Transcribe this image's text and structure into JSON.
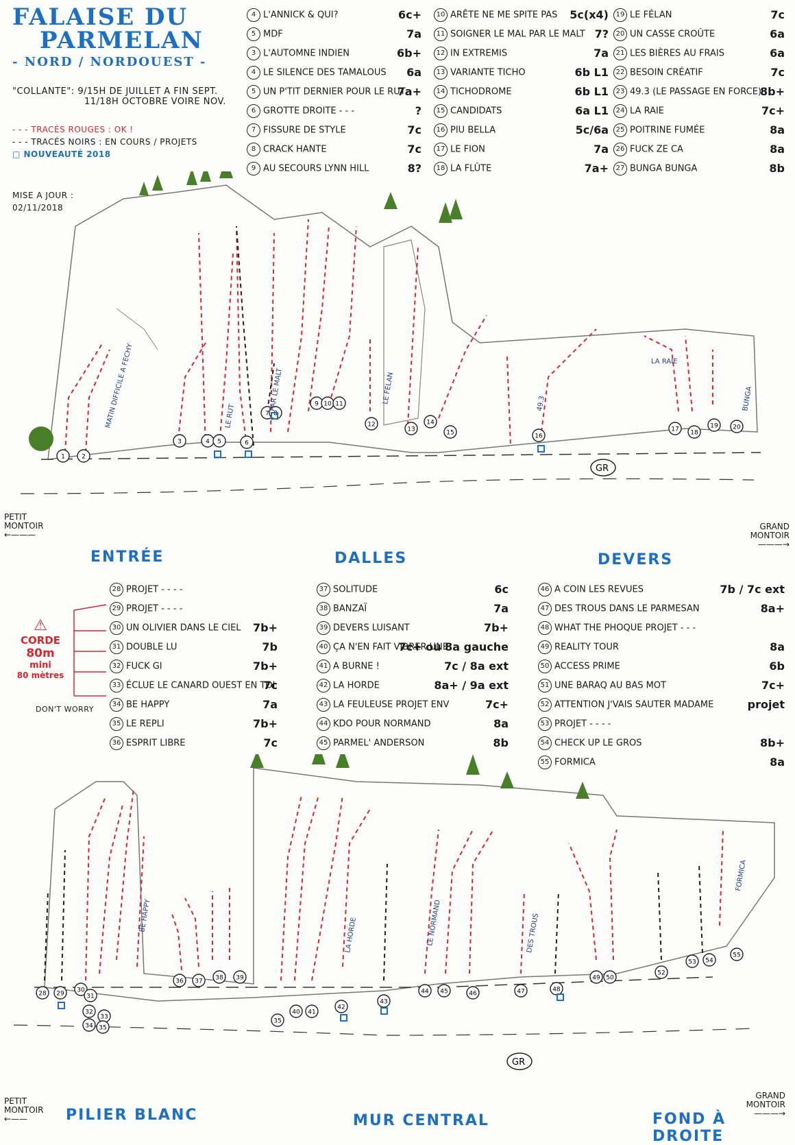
{
  "title": {
    "line1": "FALAISE DU",
    "line2": "PARMELAN",
    "line3": "- NORD / NORDOUEST -"
  },
  "season": {
    "label": "\"COLLANTE\":",
    "line1": "9/15H DE JUILLET A FIN SEPT.",
    "line2": "11/18H OCTOBRE VOIRE NOV."
  },
  "legend": {
    "red": "- - - TRACÉS ROUGES : OK !",
    "black": "- - - TRACÉS NOIRS : EN COURS / PROJETS",
    "new": "□ NOUVEAUTÉ 2018"
  },
  "update": {
    "label": "MISE A JOUR :",
    "date": "02/11/2018"
  },
  "top_routes": {
    "col1": [
      {
        "n": "4",
        "name": "L'ANNICK & QUI?",
        "grade": "6c+"
      },
      {
        "n": "5",
        "name": "MDF",
        "grade": "7a"
      },
      {
        "n": "3",
        "name": "L'AUTOMNE INDIEN",
        "grade": "6b+"
      },
      {
        "n": "4",
        "name": "LE SILENCE DES TAMALOUS",
        "grade": "6a"
      },
      {
        "n": "5",
        "name": "UN P'TIT DERNIER POUR LE RUT",
        "grade": "7a+"
      },
      {
        "n": "6",
        "name": "GROTTE DROITE - - -",
        "grade": "?"
      },
      {
        "n": "7",
        "name": "FISSURE DE STYLE",
        "grade": "7c"
      },
      {
        "n": "8",
        "name": "CRACK HANTE",
        "grade": "7c"
      },
      {
        "n": "9",
        "name": "AU SECOURS LYNN HILL",
        "grade": "8?"
      }
    ],
    "col2": [
      {
        "n": "10",
        "name": "ARÊTE NE ME SPITE PAS",
        "grade": "5c(x4)"
      },
      {
        "n": "11",
        "name": "SOIGNER LE MAL PAR LE MALT",
        "grade": "7?"
      },
      {
        "n": "12",
        "name": "IN EXTREMIS",
        "grade": "7a"
      },
      {
        "n": "13",
        "name": "VARIANTE TICHO",
        "grade": "6b L1"
      },
      {
        "n": "14",
        "name": "TICHODROME",
        "grade": "6b L1"
      },
      {
        "n": "15",
        "name": "CANDIDATS",
        "grade": "6a L1"
      },
      {
        "n": "16",
        "name": "PIU BELLA",
        "grade": "5c/6a"
      },
      {
        "n": "17",
        "name": "LE FION",
        "grade": "7a"
      },
      {
        "n": "18",
        "name": "LA FLÛTE",
        "grade": "7a+"
      }
    ],
    "col3": [
      {
        "n": "19",
        "name": "LE FÉLAN",
        "grade": "7c"
      },
      {
        "n": "20",
        "name": "UN CASSE CROÛTE",
        "grade": "6a"
      },
      {
        "n": "21",
        "name": "LES BIÈRES AU FRAIS",
        "grade": "6a"
      },
      {
        "n": "22",
        "name": "BESOIN CRÉATIF",
        "grade": "7c"
      },
      {
        "n": "23",
        "name": "49.3 (LE PASSAGE EN FORCE)",
        "grade": "8b+"
      },
      {
        "n": "24",
        "name": "LA RAIE",
        "grade": "7c+"
      },
      {
        "n": "25",
        "name": "POITRINE FUMÉE",
        "grade": "8a"
      },
      {
        "n": "26",
        "name": "FUCK ZE CA",
        "grade": "8a"
      },
      {
        "n": "27",
        "name": "BUNGA BUNGA",
        "grade": "8b"
      }
    ]
  },
  "top_wall_labels": [
    "MATIN DIFFICILE A FECHY",
    "LE RUT",
    "PAR LE MALT",
    "LE FÉLAN",
    "49.3",
    "LA RAIE",
    "BUNGA"
  ],
  "top_nav": {
    "left": "PETIT MONTOIR",
    "right": "GRAND MONTOIR",
    "gr": "GR"
  },
  "sectors_top": {
    "entree": "ENTRÉE",
    "dalles": "DALLES",
    "devers": "DEVERS"
  },
  "warning": {
    "line1": "CORDE",
    "line2": "80m",
    "line3": "mini",
    "line4": "80 mètres",
    "dont": "DON'T WORRY"
  },
  "bottom_routes": {
    "col1": [
      {
        "n": "28",
        "name": "projet - - - -",
        "grade": ""
      },
      {
        "n": "29",
        "name": "projet - - - -",
        "grade": ""
      },
      {
        "n": "30",
        "name": "UN OLIVIER DANS LE CIEL",
        "grade": "7b+"
      },
      {
        "n": "31",
        "name": "DOUBLE LU",
        "grade": "7b"
      },
      {
        "n": "32",
        "name": "FUCK GI",
        "grade": "7b+"
      },
      {
        "n": "33",
        "name": "ÉCLUE LE CANARD OUEST EN TOI",
        "grade": "7c"
      },
      {
        "n": "34",
        "name": "BE HAPPY",
        "grade": "7a"
      },
      {
        "n": "35",
        "name": "LE REPLI",
        "grade": "7b+"
      },
      {
        "n": "36",
        "name": "ESPRIT LIBRE",
        "grade": "7c"
      }
    ],
    "col2": [
      {
        "n": "37",
        "name": "SOLITUDE",
        "grade": "6c"
      },
      {
        "n": "38",
        "name": "BANZAÏ",
        "grade": "7a"
      },
      {
        "n": "39",
        "name": "DEVERS LUISANT",
        "grade": "7b+"
      },
      {
        "n": "40",
        "name": "ÇA N'EN FAIT VIBRER UNE",
        "grade": "7c+ ou 8a gauche"
      },
      {
        "n": "41",
        "name": "A BURNE !",
        "grade": "7c / 8a ext"
      },
      {
        "n": "42",
        "name": "LA HORDE",
        "grade": "8a+ / 9a ext"
      },
      {
        "n": "43",
        "name": "LA FEULEUSE projet env",
        "grade": "7c+"
      },
      {
        "n": "44",
        "name": "KDO POUR NORMAND",
        "grade": "8a"
      },
      {
        "n": "45",
        "name": "PARMEL' ANDERSON",
        "grade": "8b"
      }
    ],
    "col3": [
      {
        "n": "46",
        "name": "A COIN LES REVUES",
        "grade": "7b / 7c ext"
      },
      {
        "n": "47",
        "name": "DES TROUS DANS LE PARMESAN",
        "grade": "8a+"
      },
      {
        "n": "48",
        "name": "WHAT THE PHOQUE projet - - -",
        "grade": ""
      },
      {
        "n": "49",
        "name": "REALITY TOUR",
        "grade": "8a"
      },
      {
        "n": "50",
        "name": "ACCESS PRIME",
        "grade": "6b"
      },
      {
        "n": "51",
        "name": "UNE BARAQ AU BAS MOT",
        "grade": "7c+"
      },
      {
        "n": "52",
        "name": "ATTENTION J'VAIS SAUTER MADAME",
        "grade": "projet"
      },
      {
        "n": "53",
        "name": "projet - - - -",
        "grade": ""
      },
      {
        "n": "54",
        "name": "CHECK UP LE GROS",
        "grade": "8b+"
      },
      {
        "n": "55",
        "name": "FORMICA",
        "grade": "8a"
      }
    ]
  },
  "bottom_wall_labels": [
    "BE HAPPY",
    "LA HORDE",
    "LE NORMAND",
    "DES TROUS",
    "FORMICA"
  ],
  "bottom_nav": {
    "left": "PETIT MONTOIR",
    "right": "GRAND MONTOIR",
    "gr": "GR"
  },
  "sectors_bottom": {
    "pilier": "PILIER BLANC",
    "mur": "MUR CENTRAL",
    "fond": "FOND À DROITE"
  },
  "colors": {
    "red": "#d9262f",
    "blue": "#1d6fc4",
    "ink": "#1a1a1a",
    "tree": "#4a7f2a"
  }
}
